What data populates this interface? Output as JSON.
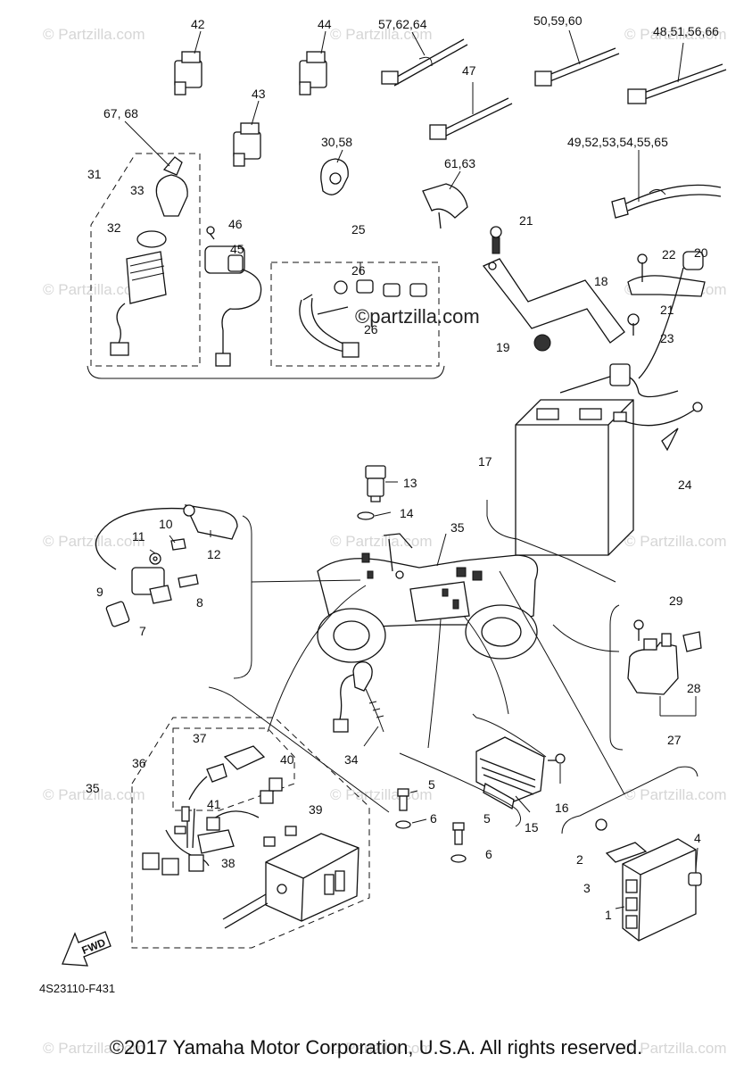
{
  "diagram": {
    "callouts": [
      "42",
      "44",
      "57,62,64",
      "50,59,60",
      "48,51,56,66",
      "47",
      "43",
      "67, 68",
      "30,58",
      "61,63",
      "49,52,53,54,55,65",
      "31",
      "33",
      "32",
      "46",
      "45",
      "25",
      "26",
      "26",
      "21",
      "22",
      "20",
      "18",
      "21",
      "19",
      "23",
      "17",
      "24",
      "13",
      "14",
      "35",
      "10",
      "11",
      "12",
      "9",
      "8",
      "7",
      "29",
      "28",
      "27",
      "37",
      "36",
      "40",
      "35",
      "34",
      "5",
      "6",
      "5",
      "6",
      "39",
      "41",
      "38",
      "15",
      "16",
      "2",
      "3",
      "1",
      "4"
    ],
    "watermark_main": "©partzilla.com",
    "watermark_faint": "© Partzilla.com",
    "fwd_label": "FWD",
    "diagram_code": "4S23110-F431",
    "copyright": "©2017 Yamaha Motor Corporation, U.S.A. All rights reserved."
  },
  "colors": {
    "line": "#111111",
    "watermark": "#d6d6d6",
    "background": "#ffffff"
  },
  "icons": [
    "fwd-arrow-icon"
  ]
}
